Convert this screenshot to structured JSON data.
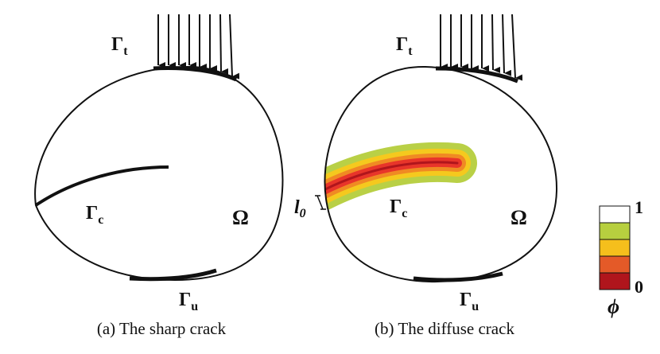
{
  "panel_a": {
    "caption": "(a) The sharp crack",
    "labels": {
      "traction_symbol": "Γ",
      "traction_sub": "t",
      "crack_symbol": "Γ",
      "crack_sub": "c",
      "domain": "Ω",
      "displacement_symbol": "Γ",
      "displacement_sub": "u"
    }
  },
  "panel_b": {
    "caption": "(b) The diffuse crack",
    "labels": {
      "traction_symbol": "Γ",
      "traction_sub": "t",
      "crack_symbol": "Γ",
      "crack_sub": "c",
      "domain": "Ω",
      "displacement_symbol": "Γ",
      "displacement_sub": "u",
      "length_scale": "l",
      "length_scale_sub": "0"
    }
  },
  "colorbar": {
    "symbol": "ϕ",
    "max_label": "1",
    "min_label": "0",
    "colors_top_to_bottom": [
      "#ffffff",
      "#b7cf3f",
      "#f5bf1c",
      "#e45a28",
      "#b0151c"
    ]
  },
  "colors": {
    "outline": "#111111",
    "crack_core": "#b0151c",
    "band_red": "#e8352a",
    "band_orange": "#f08a23",
    "band_yellow": "#f5c91e",
    "band_green": "#b9d046"
  }
}
